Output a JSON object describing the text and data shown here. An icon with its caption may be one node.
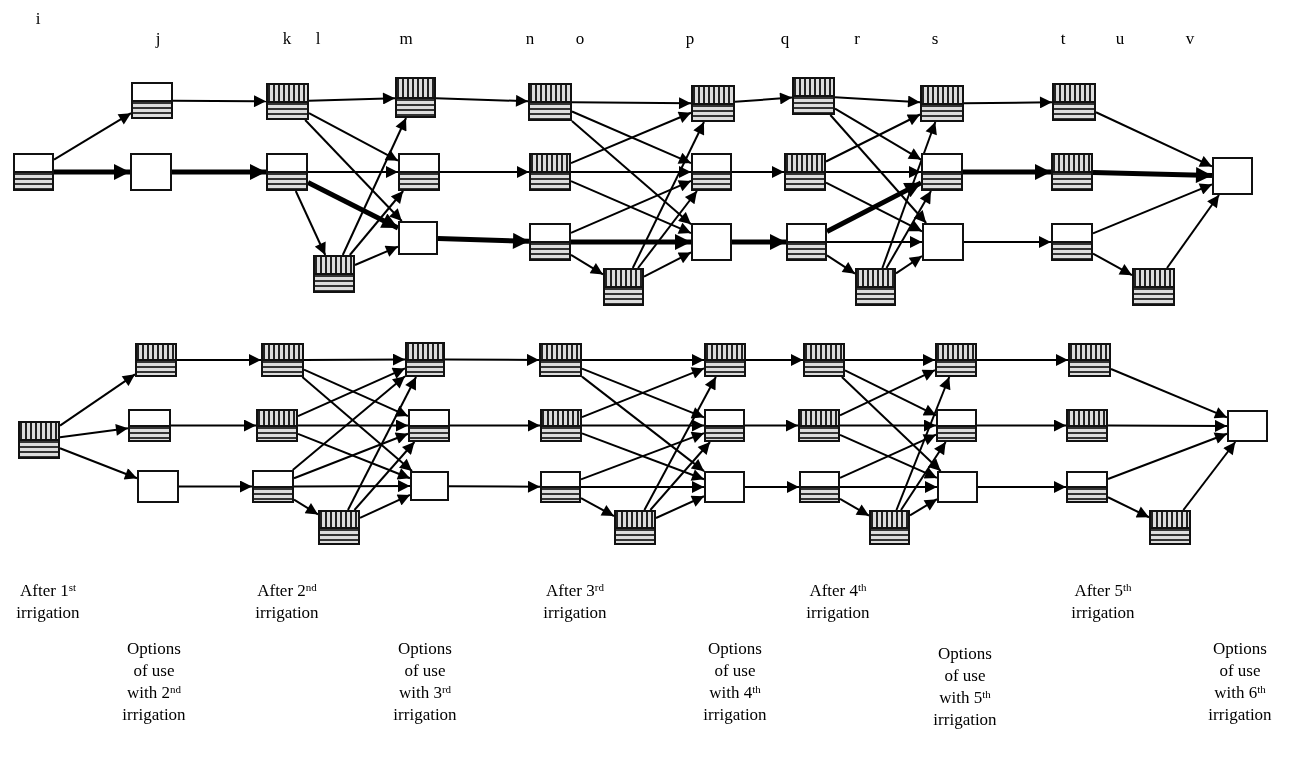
{
  "diagram": {
    "nodes": [
      {
        "text": [],
        "shape": "split"
      },
      {
        "text": [],
        "shape": "split"
      },
      {
        "text": [],
        "shape": "box"
      },
      {
        "text": [],
        "shape": "hatched"
      },
      {
        "text": [],
        "shape": "split"
      },
      {
        "text": [],
        "shape": "hatched"
      },
      {
        "text": [],
        "shape": "hatched"
      },
      {
        "text": [],
        "shape": "split"
      },
      {
        "text": [],
        "shape": "box"
      },
      {
        "text": [],
        "shape": "hatched"
      },
      {
        "text": [],
        "shape": "hatched"
      },
      {
        "text": [],
        "shape": "split"
      },
      {
        "text": [],
        "shape": "hatched"
      },
      {
        "text": [],
        "shape": "hatched"
      },
      {
        "text": [],
        "shape": "split"
      },
      {
        "text": [],
        "shape": "box"
      },
      {
        "text": [],
        "shape": "hatched"
      },
      {
        "text": [],
        "shape": "hatched"
      },
      {
        "text": [],
        "shape": "split"
      },
      {
        "text": [],
        "shape": "hatched"
      },
      {
        "text": [],
        "shape": "hatched"
      },
      {
        "text": [],
        "shape": "split"
      },
      {
        "text": [],
        "shape": "box"
      },
      {
        "text": [],
        "shape": "hatched"
      },
      {
        "text": [],
        "shape": "hatched"
      },
      {
        "text": [],
        "shape": "split"
      },
      {
        "text": [],
        "shape": "hatched"
      },
      {
        "text": [],
        "shape": "box"
      },
      {
        "text": [],
        "shape": "hatched"
      },
      {
        "text": [],
        "shape": "hatched"
      },
      {
        "text": [],
        "shape": "split"
      },
      {
        "text": [],
        "shape": "box"
      },
      {
        "text": [],
        "shape": "hatched"
      },
      {
        "text": [],
        "shape": "hatched"
      },
      {
        "text": [],
        "shape": "split"
      },
      {
        "text": [],
        "shape": "hatched"
      },
      {
        "text": [],
        "shape": "hatched"
      },
      {
        "text": [],
        "shape": "split"
      },
      {
        "text": [],
        "shape": "box"
      },
      {
        "text": [],
        "shape": "hatched"
      },
      {
        "text": [],
        "shape": "hatched"
      },
      {
        "text": [],
        "shape": "split"
      },
      {
        "text": [],
        "shape": "hatched"
      },
      {
        "text": [],
        "shape": "hatched"
      },
      {
        "text": [],
        "shape": "split"
      },
      {
        "text": [],
        "shape": "box"
      },
      {
        "text": [],
        "shape": "hatched"
      },
      {
        "text": [],
        "shape": "hatched"
      },
      {
        "text": [],
        "shape": "split"
      },
      {
        "text": [],
        "shape": "hatched"
      },
      {
        "text": [],
        "shape": "hatched"
      },
      {
        "text": [],
        "shape": "split"
      },
      {
        "text": [],
        "shape": "box"
      },
      {
        "text": [],
        "shape": "hatched"
      },
      {
        "text": [],
        "shape": "hatched"
      },
      {
        "text": [],
        "shape": "split"
      },
      {
        "text": [],
        "shape": "hatched"
      },
      {
        "text": [],
        "shape": "box"
      }
    ],
    "edges": [
      {
        "from": 0,
        "to": 1,
        "arrow": "to"
      },
      {
        "from": 0,
        "to": 2,
        "arrow": "to",
        "style": "thick"
      },
      {
        "from": 1,
        "to": 3,
        "arrow": "to"
      },
      {
        "from": 2,
        "to": 4,
        "arrow": "to",
        "style": "thick"
      },
      {
        "from": 3,
        "to": 6,
        "arrow": "to"
      },
      {
        "from": 3,
        "to": 7,
        "arrow": "to"
      },
      {
        "from": 3,
        "to": 8,
        "arrow": "to"
      },
      {
        "from": 4,
        "to": 7,
        "arrow": "to"
      },
      {
        "from": 4,
        "to": 8,
        "arrow": "to",
        "style": "thick"
      },
      {
        "from": 4,
        "to": 5,
        "arrow": "to"
      },
      {
        "from": 5,
        "to": 6,
        "arrow": "to"
      },
      {
        "from": 5,
        "to": 7,
        "arrow": "to"
      },
      {
        "from": 5,
        "to": 8,
        "arrow": "to"
      },
      {
        "from": 6,
        "to": 9,
        "arrow": "to"
      },
      {
        "from": 7,
        "to": 10,
        "arrow": "to"
      },
      {
        "from": 8,
        "to": 11,
        "arrow": "to",
        "style": "thick"
      },
      {
        "from": 9,
        "to": 13,
        "arrow": "to"
      },
      {
        "from": 9,
        "to": 14,
        "arrow": "to"
      },
      {
        "from": 9,
        "to": 15,
        "arrow": "to"
      },
      {
        "from": 10,
        "to": 13,
        "arrow": "to"
      },
      {
        "from": 10,
        "to": 14,
        "arrow": "to"
      },
      {
        "from": 10,
        "to": 15,
        "arrow": "to"
      },
      {
        "from": 11,
        "to": 14,
        "arrow": "to"
      },
      {
        "from": 11,
        "to": 15,
        "arrow": "to",
        "style": "thick"
      },
      {
        "from": 11,
        "to": 12,
        "arrow": "to"
      },
      {
        "from": 12,
        "to": 13,
        "arrow": "to"
      },
      {
        "from": 12,
        "to": 14,
        "arrow": "to"
      },
      {
        "from": 12,
        "to": 15,
        "arrow": "to"
      },
      {
        "from": 13,
        "to": 16,
        "arrow": "to"
      },
      {
        "from": 14,
        "to": 17,
        "arrow": "to"
      },
      {
        "from": 15,
        "to": 18,
        "arrow": "to",
        "style": "thick"
      },
      {
        "from": 16,
        "to": 20,
        "arrow": "to"
      },
      {
        "from": 16,
        "to": 21,
        "arrow": "to"
      },
      {
        "from": 16,
        "to": 22,
        "arrow": "to"
      },
      {
        "from": 17,
        "to": 20,
        "arrow": "to"
      },
      {
        "from": 17,
        "to": 21,
        "arrow": "to"
      },
      {
        "from": 17,
        "to": 22,
        "arrow": "to"
      },
      {
        "from": 18,
        "to": 21,
        "arrow": "to",
        "style": "thick"
      },
      {
        "from": 18,
        "to": 22,
        "arrow": "to"
      },
      {
        "from": 18,
        "to": 19,
        "arrow": "to"
      },
      {
        "from": 19,
        "to": 20,
        "arrow": "to"
      },
      {
        "from": 19,
        "to": 21,
        "arrow": "to"
      },
      {
        "from": 19,
        "to": 22,
        "arrow": "to"
      },
      {
        "from": 20,
        "to": 23,
        "arrow": "to"
      },
      {
        "from": 21,
        "to": 24,
        "arrow": "to",
        "style": "thick"
      },
      {
        "from": 22,
        "to": 25,
        "arrow": "to"
      },
      {
        "from": 23,
        "to": 27,
        "arrow": "to"
      },
      {
        "from": 24,
        "to": 27,
        "arrow": "to",
        "style": "thick"
      },
      {
        "from": 25,
        "to": 27,
        "arrow": "to"
      },
      {
        "from": 25,
        "to": 26,
        "arrow": "to"
      },
      {
        "from": 26,
        "to": 27,
        "arrow": "to"
      },
      {
        "from": 28,
        "to": 29,
        "arrow": "to"
      },
      {
        "from": 28,
        "to": 30,
        "arrow": "to"
      },
      {
        "from": 28,
        "to": 31,
        "arrow": "to"
      },
      {
        "from": 29,
        "to": 32,
        "arrow": "to"
      },
      {
        "from": 30,
        "to": 33,
        "arrow": "to"
      },
      {
        "from": 31,
        "to": 34,
        "arrow": "to"
      },
      {
        "from": 32,
        "to": 36,
        "arrow": "to"
      },
      {
        "from": 32,
        "to": 37,
        "arrow": "to"
      },
      {
        "from": 32,
        "to": 38,
        "arrow": "to"
      },
      {
        "from": 33,
        "to": 36,
        "arrow": "to"
      },
      {
        "from": 33,
        "to": 37,
        "arrow": "to"
      },
      {
        "from": 33,
        "to": 38,
        "arrow": "to"
      },
      {
        "from": 34,
        "to": 36,
        "arrow": "to"
      },
      {
        "from": 34,
        "to": 37,
        "arrow": "to"
      },
      {
        "from": 34,
        "to": 38,
        "arrow": "to"
      },
      {
        "from": 34,
        "to": 35,
        "arrow": "to"
      },
      {
        "from": 35,
        "to": 36,
        "arrow": "to"
      },
      {
        "from": 35,
        "to": 37,
        "arrow": "to"
      },
      {
        "from": 35,
        "to": 38,
        "arrow": "to"
      },
      {
        "from": 36,
        "to": 39,
        "arrow": "to"
      },
      {
        "from": 37,
        "to": 40,
        "arrow": "to"
      },
      {
        "from": 38,
        "to": 41,
        "arrow": "to"
      },
      {
        "from": 39,
        "to": 43,
        "arrow": "to"
      },
      {
        "from": 39,
        "to": 44,
        "arrow": "to"
      },
      {
        "from": 39,
        "to": 45,
        "arrow": "to"
      },
      {
        "from": 40,
        "to": 43,
        "arrow": "to"
      },
      {
        "from": 40,
        "to": 44,
        "arrow": "to"
      },
      {
        "from": 40,
        "to": 45,
        "arrow": "to"
      },
      {
        "from": 41,
        "to": 44,
        "arrow": "to"
      },
      {
        "from": 41,
        "to": 45,
        "arrow": "to"
      },
      {
        "from": 41,
        "to": 42,
        "arrow": "to"
      },
      {
        "from": 42,
        "to": 43,
        "arrow": "to"
      },
      {
        "from": 42,
        "to": 44,
        "arrow": "to"
      },
      {
        "from": 42,
        "to": 45,
        "arrow": "to"
      },
      {
        "from": 43,
        "to": 46,
        "arrow": "to"
      },
      {
        "from": 44,
        "to": 47,
        "arrow": "to"
      },
      {
        "from": 45,
        "to": 48,
        "arrow": "to"
      },
      {
        "from": 46,
        "to": 50,
        "arrow": "to"
      },
      {
        "from": 46,
        "to": 51,
        "arrow": "to"
      },
      {
        "from": 46,
        "to": 52,
        "arrow": "to"
      },
      {
        "from": 47,
        "to": 50,
        "arrow": "to"
      },
      {
        "from": 47,
        "to": 51,
        "arrow": "to"
      },
      {
        "from": 47,
        "to": 52,
        "arrow": "to"
      },
      {
        "from": 48,
        "to": 51,
        "arrow": "to"
      },
      {
        "from": 48,
        "to": 52,
        "arrow": "to"
      },
      {
        "from": 48,
        "to": 49,
        "arrow": "to"
      },
      {
        "from": 49,
        "to": 50,
        "arrow": "to"
      },
      {
        "from": 49,
        "to": 51,
        "arrow": "to"
      },
      {
        "from": 49,
        "to": 52,
        "arrow": "to"
      },
      {
        "from": 50,
        "to": 53,
        "arrow": "to"
      },
      {
        "from": 51,
        "to": 54,
        "arrow": "to"
      },
      {
        "from": 52,
        "to": 55,
        "arrow": "to"
      },
      {
        "from": 53,
        "to": 57,
        "arrow": "to"
      },
      {
        "from": 54,
        "to": 57,
        "arrow": "to"
      },
      {
        "from": 55,
        "to": 57,
        "arrow": "to"
      },
      {
        "from": 55,
        "to": 56,
        "arrow": "to"
      },
      {
        "from": 56,
        "to": 57,
        "arrow": "to"
      }
    ],
    "labels": [
      "i",
      "j",
      "k",
      "l",
      "m",
      "n",
      "o",
      "p",
      "q",
      "r",
      "s",
      "t",
      "u",
      "v",
      "After 1$^{st}$ irrigation",
      "Options of use with 2$^{nd}$ irrigation",
      "After 2$^{nd}$ irrigation",
      "Options of use with 3$^{rd}$ irrigation",
      "After 3$^{rd}$ irrigation",
      "Options of use with 4$^{th}$ irrigation",
      "After 4$^{th}$ irrigation",
      "Options of use with 5$^{th}$ irrigation",
      "After 5$^{th}$ irrigation",
      "Options of use with 6$^{th}$ irrigation"
    ]
  }
}
